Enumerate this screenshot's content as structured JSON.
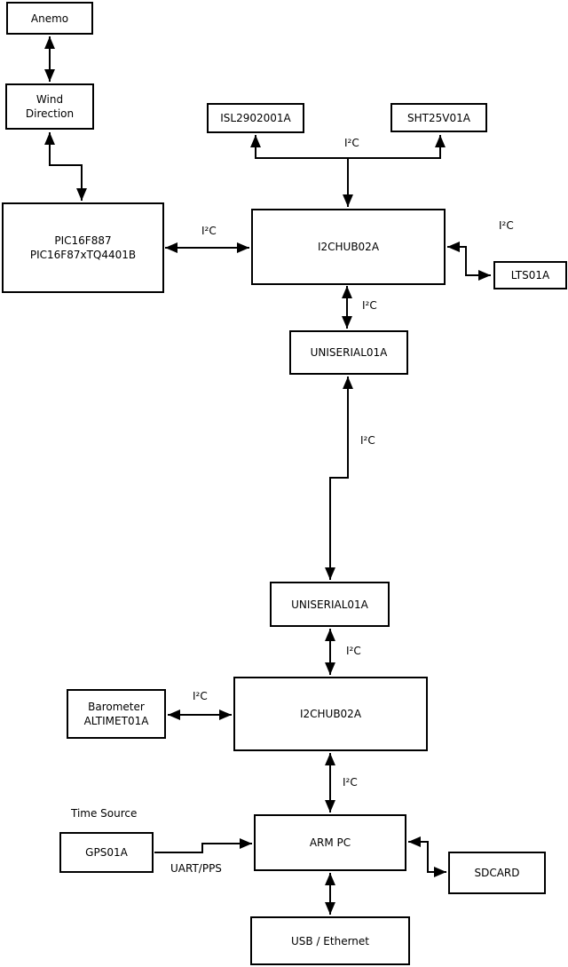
{
  "diagram": {
    "bus_label": "I²C",
    "annotations": {
      "time_source": "Time Source",
      "uart_pps": "UART/PPS"
    },
    "nodes": {
      "anemo": {
        "label": "Anemo"
      },
      "wind_direction": {
        "lines": [
          "Wind",
          "Direction"
        ]
      },
      "pic": {
        "lines": [
          "PIC16F887",
          "PIC16F87xTQ4401B"
        ]
      },
      "isl": {
        "label": "ISL2902001A"
      },
      "sht": {
        "label": "SHT25V01A"
      },
      "i2c_hub_1": {
        "label": "I2CHUB02A"
      },
      "lts": {
        "label": "LTS01A"
      },
      "uniserial_1": {
        "label": "UNISERIAL01A"
      },
      "uniserial_2": {
        "label": "UNISERIAL01A"
      },
      "i2c_hub_2": {
        "label": "I2CHUB02A"
      },
      "barometer": {
        "lines": [
          "Barometer",
          "ALTIMET01A"
        ]
      },
      "gps": {
        "label": "GPS01A"
      },
      "arm_pc": {
        "label": "ARM PC"
      },
      "sdcard": {
        "label": "SDCARD"
      },
      "usb_ethernet": {
        "label": "USB / Ethernet"
      }
    },
    "edges": [
      {
        "from": "anemo",
        "to": "wind_direction",
        "label": "",
        "bidirectional": true
      },
      {
        "from": "wind_direction",
        "to": "pic",
        "label": "",
        "bidirectional": true
      },
      {
        "from": "pic",
        "to": "i2c_hub_1",
        "label": "I²C",
        "bidirectional": true
      },
      {
        "from": "i2c_hub_1",
        "to": "isl",
        "label": "I²C",
        "bidirectional": true
      },
      {
        "from": "i2c_hub_1",
        "to": "sht",
        "label": "I²C",
        "bidirectional": true
      },
      {
        "from": "i2c_hub_1",
        "to": "lts",
        "label": "I²C",
        "bidirectional": true
      },
      {
        "from": "i2c_hub_1",
        "to": "uniserial_1",
        "label": "I²C",
        "bidirectional": true
      },
      {
        "from": "uniserial_1",
        "to": "uniserial_2",
        "label": "I²C",
        "bidirectional": true
      },
      {
        "from": "uniserial_2",
        "to": "i2c_hub_2",
        "label": "I²C",
        "bidirectional": true
      },
      {
        "from": "barometer",
        "to": "i2c_hub_2",
        "label": "I²C",
        "bidirectional": true
      },
      {
        "from": "i2c_hub_2",
        "to": "arm_pc",
        "label": "I²C",
        "bidirectional": true
      },
      {
        "from": "gps",
        "to": "arm_pc",
        "label": "UART/PPS",
        "bidirectional": false
      },
      {
        "from": "arm_pc",
        "to": "sdcard",
        "label": "",
        "bidirectional": true
      },
      {
        "from": "arm_pc",
        "to": "usb_ethernet",
        "label": "",
        "bidirectional": true
      }
    ],
    "colors": {
      "line": "#000000",
      "box_border": "#000000",
      "box_fill": "#ffffff",
      "background": "#ffffff",
      "text": "#000000"
    }
  }
}
